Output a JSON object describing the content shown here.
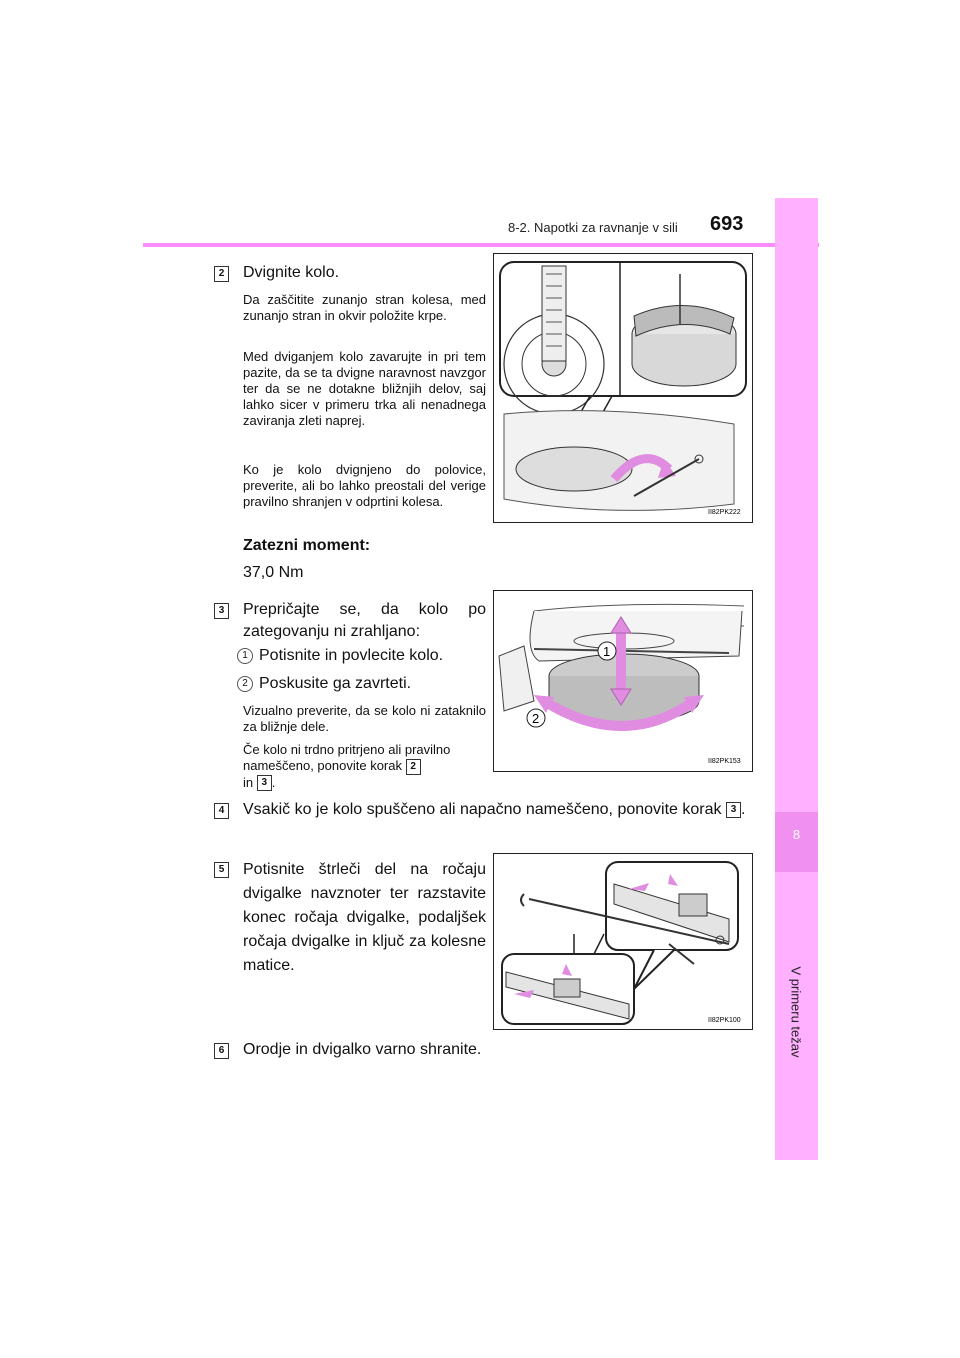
{
  "header": {
    "section": "8-2. Napotki za ravnanje v sili",
    "page_number": "693"
  },
  "side_tab": {
    "chapter_number": "8",
    "chapter_title": "V primeru težav",
    "color": "#ffb0ff",
    "dark_color": "#f090f0"
  },
  "accent_color": "#ff8cff",
  "steps": [
    {
      "number": "2",
      "title": "Dvignite kolo.",
      "notes": [
        "Da zaščitite zunanjo stran kolesa, med zunanjo stran in okvir položite krpe.",
        "Med dviganjem kolo zavarujte in pri tem pazite, da se ta dvigne naravnost navzgor ter da se ne dotakne bližnjih delov, saj lahko sicer v primeru trka ali nenadnega zaviranja zleti naprej.",
        "Ko je kolo dvignjeno do polovice, preverite, ali bo lahko preostali del verige pravilno shranjen v odprtini kolesa."
      ],
      "torque_label": "Zatezni moment:",
      "torque_value": "37,0 Nm",
      "figure_code": "II82PK222"
    },
    {
      "number": "3",
      "title": "Prepričajte se, da kolo po zategovanju ni zrahljano:",
      "substeps": [
        {
          "number": "1",
          "text": "Potisnite in povlecite kolo."
        },
        {
          "number": "2",
          "text": "Poskusite ga zavrteti."
        }
      ],
      "notes": [
        "Vizualno preverite, da se kolo ni zataknilo za bližnje dele."
      ],
      "note_ref_pre": "Če kolo ni trdno pritrjeno ali pravilno nameščeno, ponovite korak",
      "note_ref_a": "2",
      "note_ref_mid": "in",
      "note_ref_b": "3",
      "note_ref_end": ".",
      "figure_code": "II82PK153",
      "figure_labels": [
        "1",
        "2"
      ]
    },
    {
      "number": "4",
      "text_pre": "Vsakič ko je kolo spuščeno ali napačno nameščeno, ponovite korak",
      "ref": "3",
      "text_end": "."
    },
    {
      "number": "5",
      "title": "Potisnite štrleči del na ročaju dvigalke navznoter ter razstavite konec ročaja dvigalke, podaljšek ročaja dvigalke in ključ za kolesne matice.",
      "figure_code": "II82PK100"
    },
    {
      "number": "6",
      "title": "Orodje in dvigalko varno shranite."
    }
  ]
}
